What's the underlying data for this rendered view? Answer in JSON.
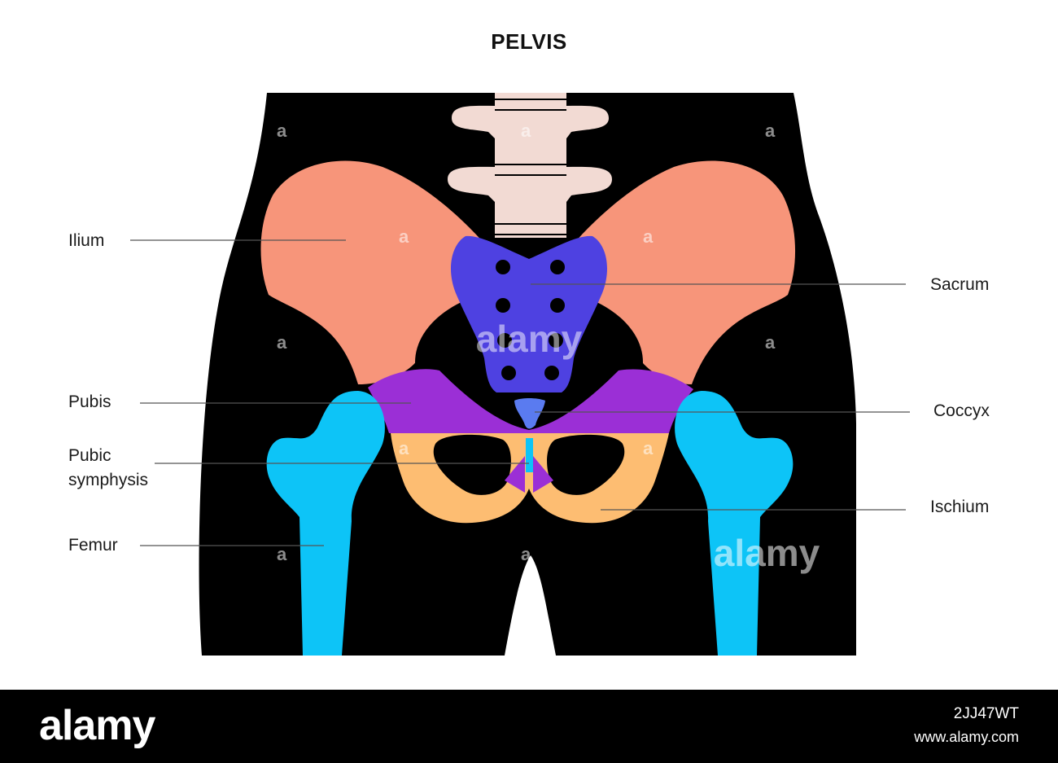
{
  "title": "PELVIS",
  "labels": {
    "ilium": "Ilium",
    "sacrum": "Sacrum",
    "pubis": "Pubis",
    "coccyx": "Coccyx",
    "pubic_symphysis_line1": "Pubic",
    "pubic_symphysis_line2": "symphysis",
    "ischium": "Ischium",
    "femur": "Femur"
  },
  "watermark": {
    "small": "a",
    "large": "alamy"
  },
  "footer": {
    "logo": "alamy",
    "image_id": "2JJ47WT",
    "site": "www.alamy.com"
  },
  "colors": {
    "body": "#000000",
    "ilium": "#F7957A",
    "spine": "#F2DAD3",
    "sacrum": "#4E41E1",
    "coccyx": "#5A7BF0",
    "pubis": "#9B2FD6",
    "ischium": "#FDBD72",
    "femur": "#0DC4F7",
    "symphysis": "#0DC4F7",
    "leader_line": "#555555"
  }
}
